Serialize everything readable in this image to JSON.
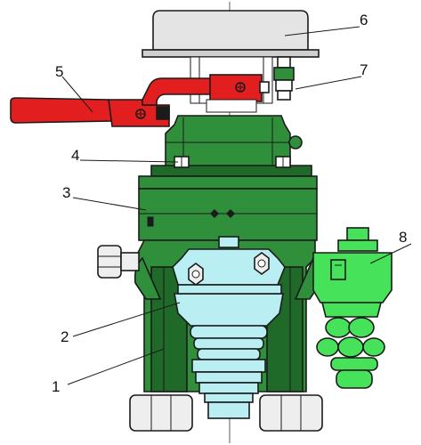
{
  "diagram": {
    "callouts": [
      {
        "num": "1",
        "part": "lower-body"
      },
      {
        "num": "2",
        "part": "pneumatic-valve-body"
      },
      {
        "num": "3",
        "part": "housing-band"
      },
      {
        "num": "4",
        "part": "upper-cover-bolts"
      },
      {
        "num": "5",
        "part": "handle"
      },
      {
        "num": "6",
        "part": "top-cap"
      },
      {
        "num": "7",
        "part": "adjusting-screw"
      },
      {
        "num": "8",
        "part": "side-fitting"
      }
    ],
    "colors": {
      "body_green": "#2f8f3a",
      "body_dark": "#1f6a28",
      "handle_red": "#e31e1e",
      "valve_cyan": "#b9eef2",
      "fitting_green": "#46e25a",
      "cap_gray": "#e4e4e4",
      "nut_gray": "#eeeeee"
    }
  }
}
